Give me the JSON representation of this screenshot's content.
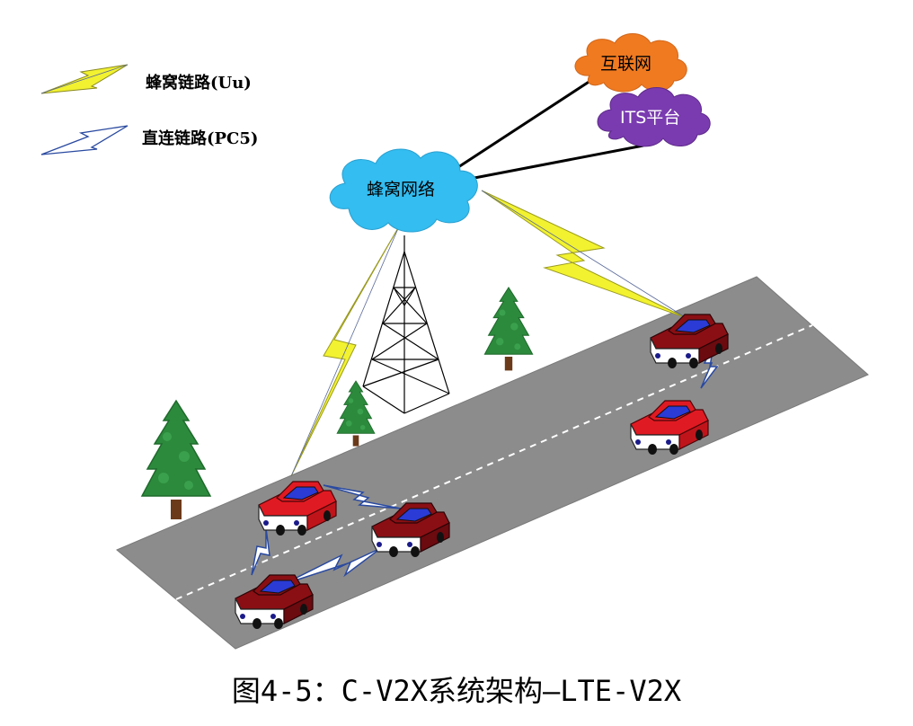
{
  "legend": {
    "cellular_link_label": "蜂窝链路(Uu)",
    "direct_link_label": "直连链路(PC5)"
  },
  "clouds": {
    "internet": "互联网",
    "its_platform": "ITS平台",
    "cellular_network": "蜂窝网络"
  },
  "caption": "图4-5：C-V2X系统架构—LTE-V2X",
  "colors": {
    "road": "#8c8c8c",
    "cellular_cloud": "#33bdf0",
    "internet_cloud": "#f07a20",
    "its_cloud": "#7a3bb0",
    "cellular_bolt": "#f2f230",
    "car_red": "#e01a22",
    "car_dark": "#8a0f14",
    "car_window": "#2a3bd6",
    "tree": "#2a8a3a"
  },
  "icons": [
    "cellular-bolt-icon",
    "direct-bolt-icon",
    "cell-tower-icon",
    "tree-icon",
    "car-icon",
    "cloud-icon"
  ]
}
